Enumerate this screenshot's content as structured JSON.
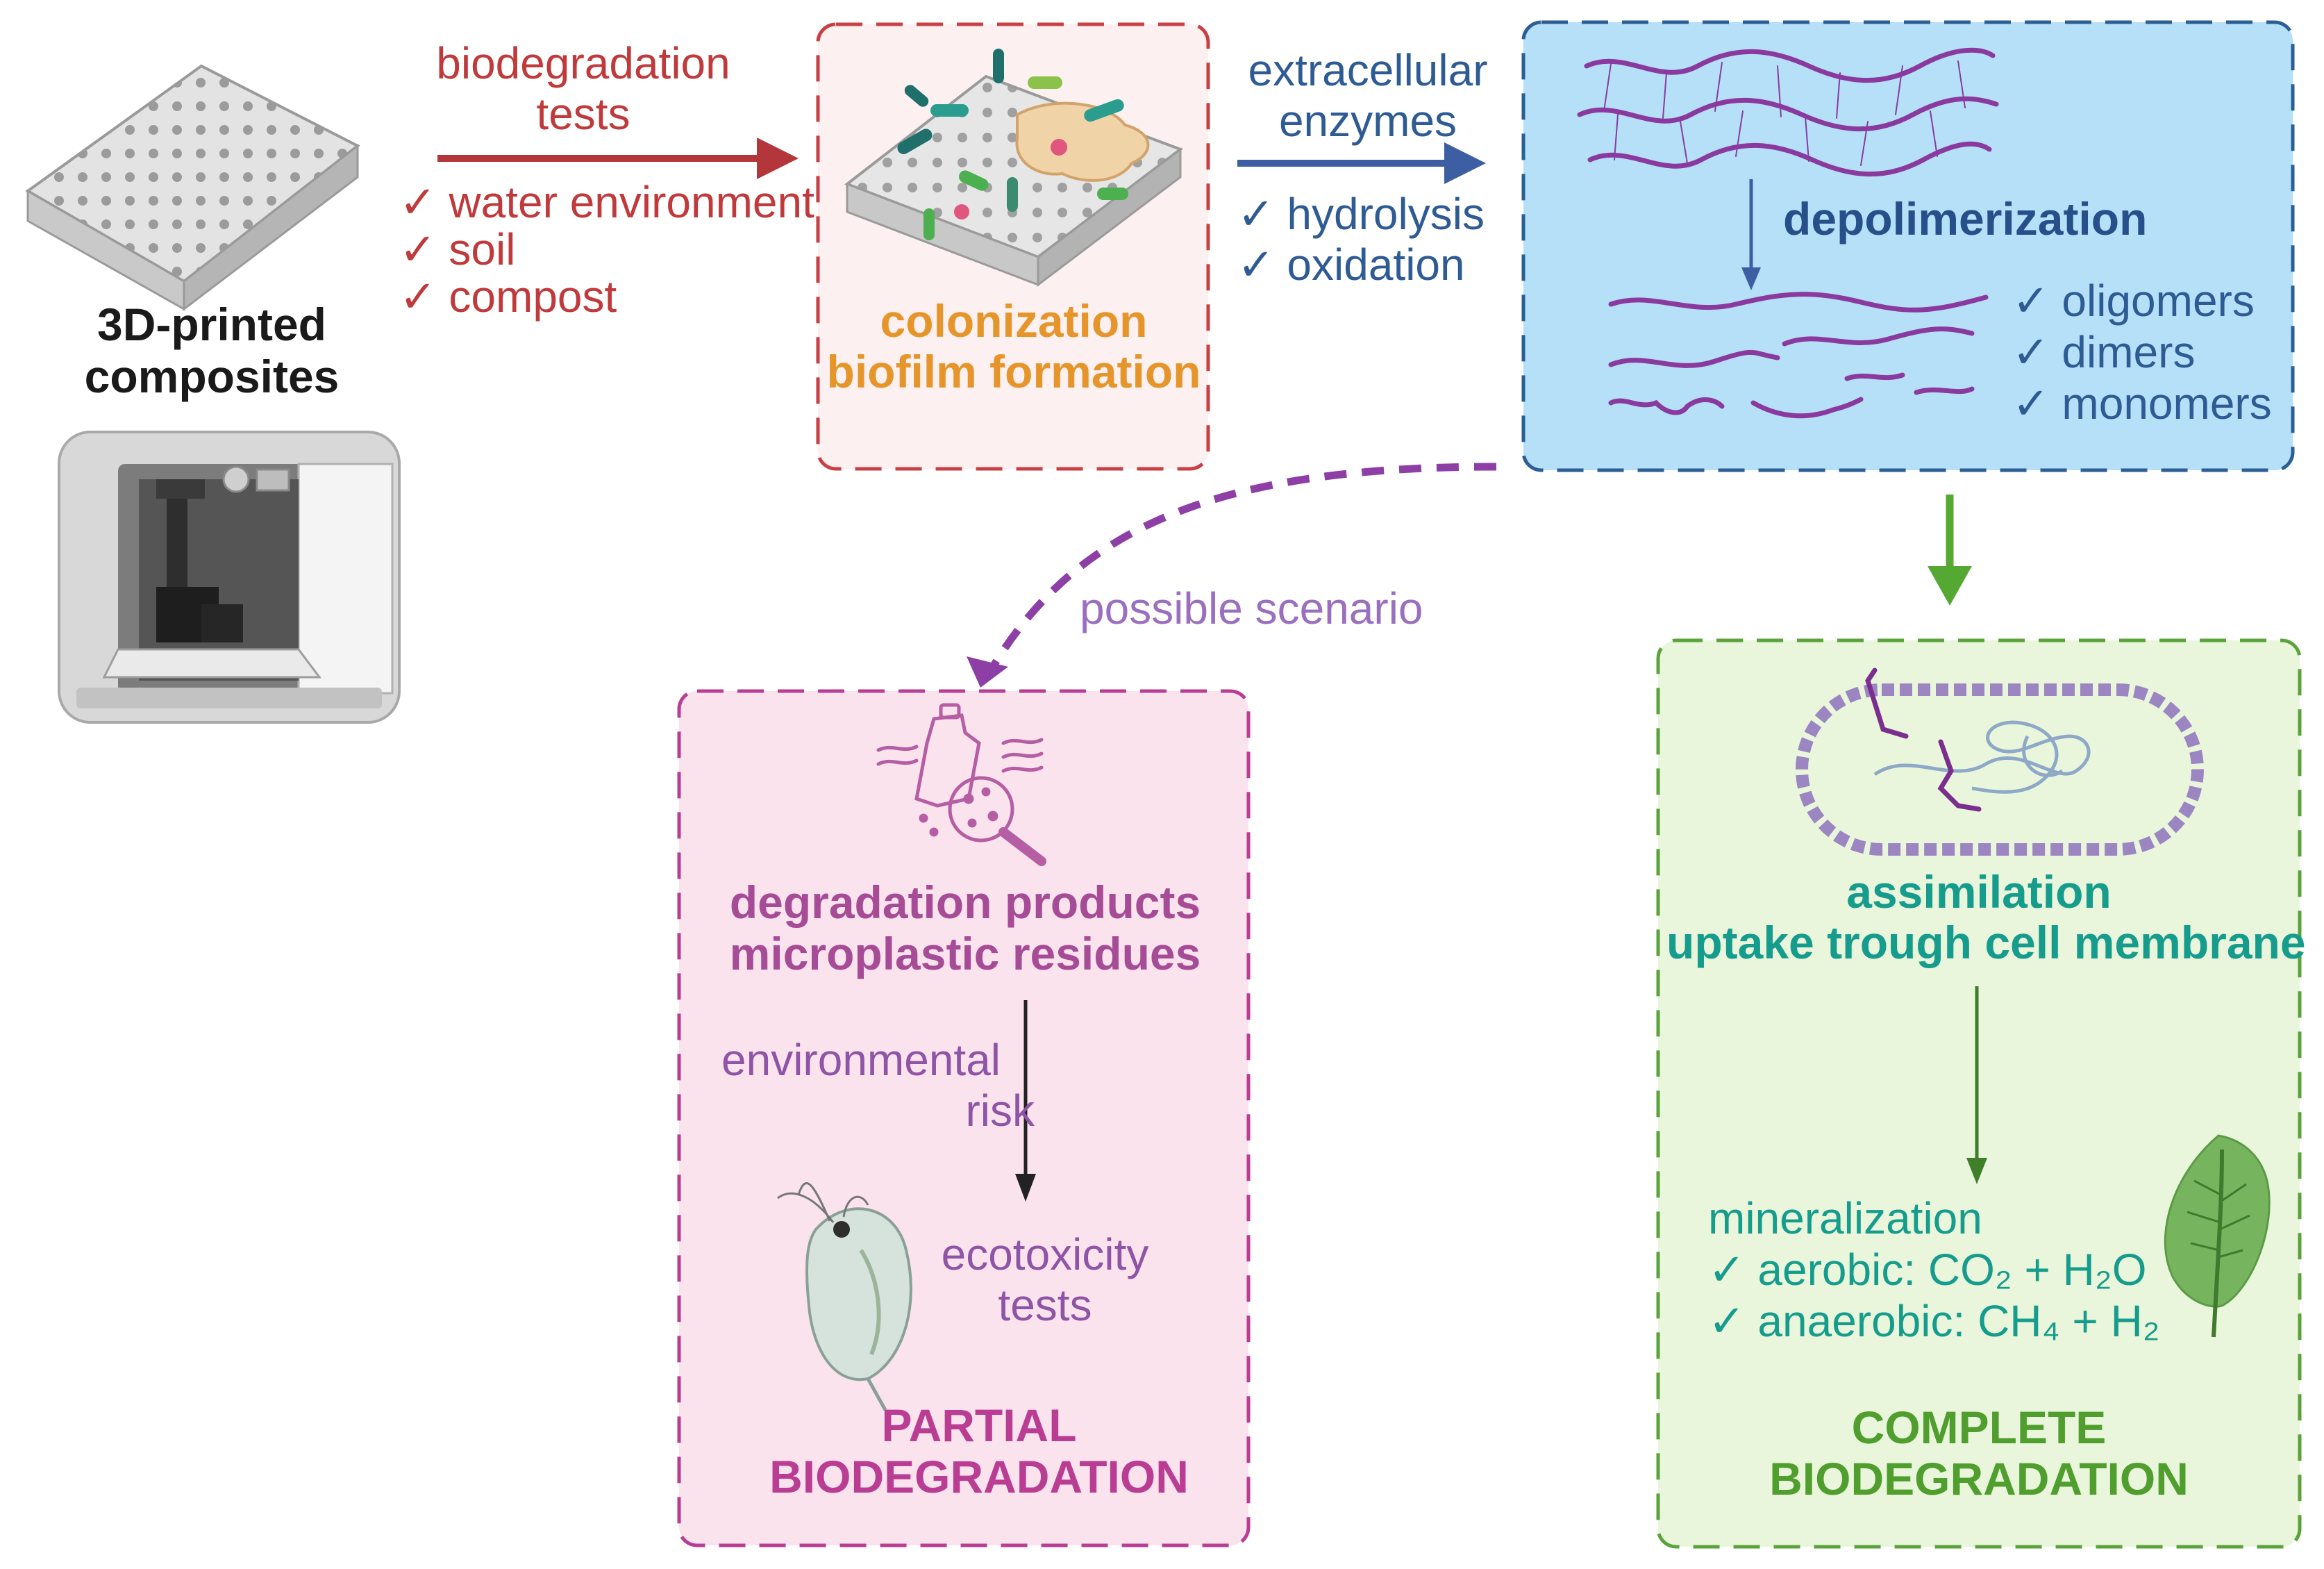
{
  "colors": {
    "red": "#c0393b",
    "orange": "#e6952a",
    "navy": "#2e5b94",
    "purple": "#8e54a6",
    "magenta": "#b93d93",
    "teal": "#169c8c",
    "green": "#4f9e2e",
    "blue_box_fill": "#b5e0f7",
    "pink_box_fill": "#fbe3ee",
    "green_box_fill": "#e9f6dc",
    "light_pink_fill": "#fdf0f1"
  },
  "icons": [
    "3d-printed-grid",
    "3d-printer",
    "biofilm-grid",
    "polymer-chains",
    "plastic-bottle-magnifier",
    "bacterium-cell",
    "daphnia",
    "leaf"
  ],
  "source": {
    "title_line1": "3D-printed",
    "title_line2": "composites"
  },
  "tests": {
    "arrow_label_line1": "biodegradation",
    "arrow_label_line2": "tests",
    "items": [
      "✓ water environment",
      "✓ soil",
      "✓ compost"
    ]
  },
  "colonization": {
    "line1": "colonization",
    "line2": "biofilm formation"
  },
  "enzymes": {
    "arrow_label_line1": "extracellular",
    "arrow_label_line2": "enzymes",
    "items": [
      "✓ hydrolysis",
      "✓ oxidation"
    ]
  },
  "depolymerization": {
    "title": "depolimerization",
    "products": [
      "✓ oligomers",
      "✓ dimers",
      "✓ monomers"
    ]
  },
  "scenario": {
    "label": "possible scenario"
  },
  "partial": {
    "products_line1": "degradation products",
    "products_line2": "microplastic residues",
    "risk_line1": "environmental",
    "risk_line2": "risk",
    "tox_line1": "ecotoxicity",
    "tox_line2": "tests",
    "outcome_line1": "PARTIAL",
    "outcome_line2": "BIODEGRADATION"
  },
  "complete": {
    "assim_line1": "assimilation",
    "assim_line2": "uptake trough cell membrane",
    "mineralization": "mineralization",
    "aerobic": "✓ aerobic: CO₂ + H₂O",
    "anaerobic": "✓ anaerobic: CH₄ + H₂",
    "outcome_line1": "COMPLETE",
    "outcome_line2": "BIODEGRADATION"
  }
}
